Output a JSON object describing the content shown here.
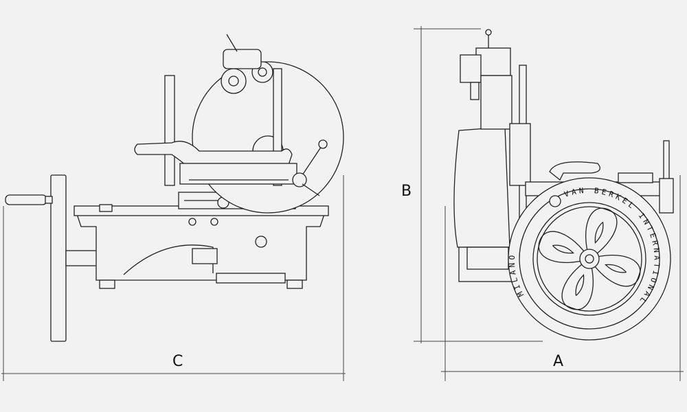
{
  "dimensions": {
    "c_label": "C",
    "b_label": "B",
    "a_label": "A"
  },
  "flywheel": {
    "brand_text": "VAN BERKEL INTERNATIONAL",
    "city_text": "MILANO"
  },
  "colors": {
    "background": "#f2f2f2",
    "line": "#222222"
  }
}
